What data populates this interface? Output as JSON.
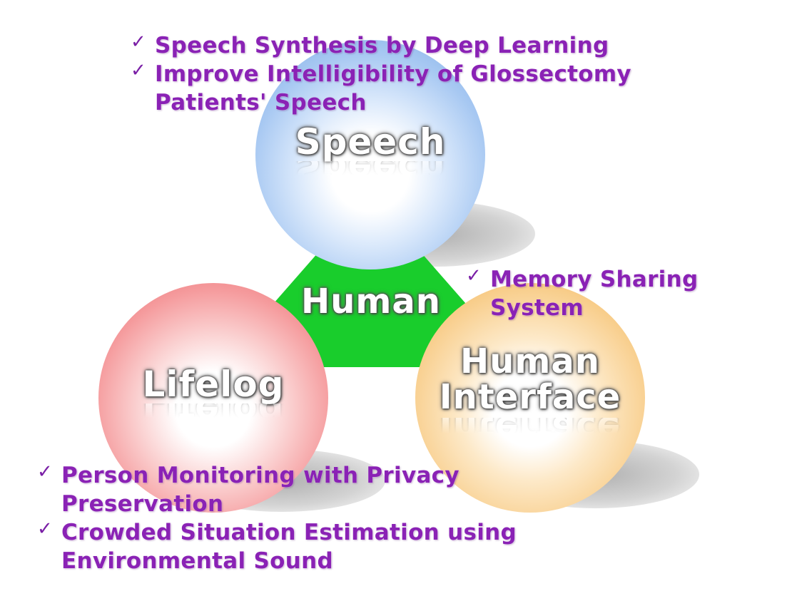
{
  "center": {
    "label": "Human",
    "color": "#19cd2c"
  },
  "spheres": {
    "speech": {
      "label": "Speech",
      "color": "#8bb5ea"
    },
    "lifelog": {
      "label": "Lifelog",
      "color": "#ef7a7d"
    },
    "human_interface": {
      "label_line1": "Human",
      "label_line2": "Interface",
      "color": "#f3ba68"
    }
  },
  "bullets": {
    "speech": [
      {
        "check": "✓",
        "text": "Speech Synthesis by Deep Learning"
      },
      {
        "check": "✓",
        "text": "Improve Intelligibility of Glossectomy Patients' Speech"
      }
    ],
    "human_interface": [
      {
        "check": "✓",
        "text": "Memory Sharing System"
      }
    ],
    "lifelog": [
      {
        "check": "✓",
        "text": "Person Monitoring with Privacy Preservation"
      },
      {
        "check": "✓",
        "text": "Crowded Situation Estimation using Environmental Sound"
      }
    ],
    "text_color": "#8a22b5"
  }
}
